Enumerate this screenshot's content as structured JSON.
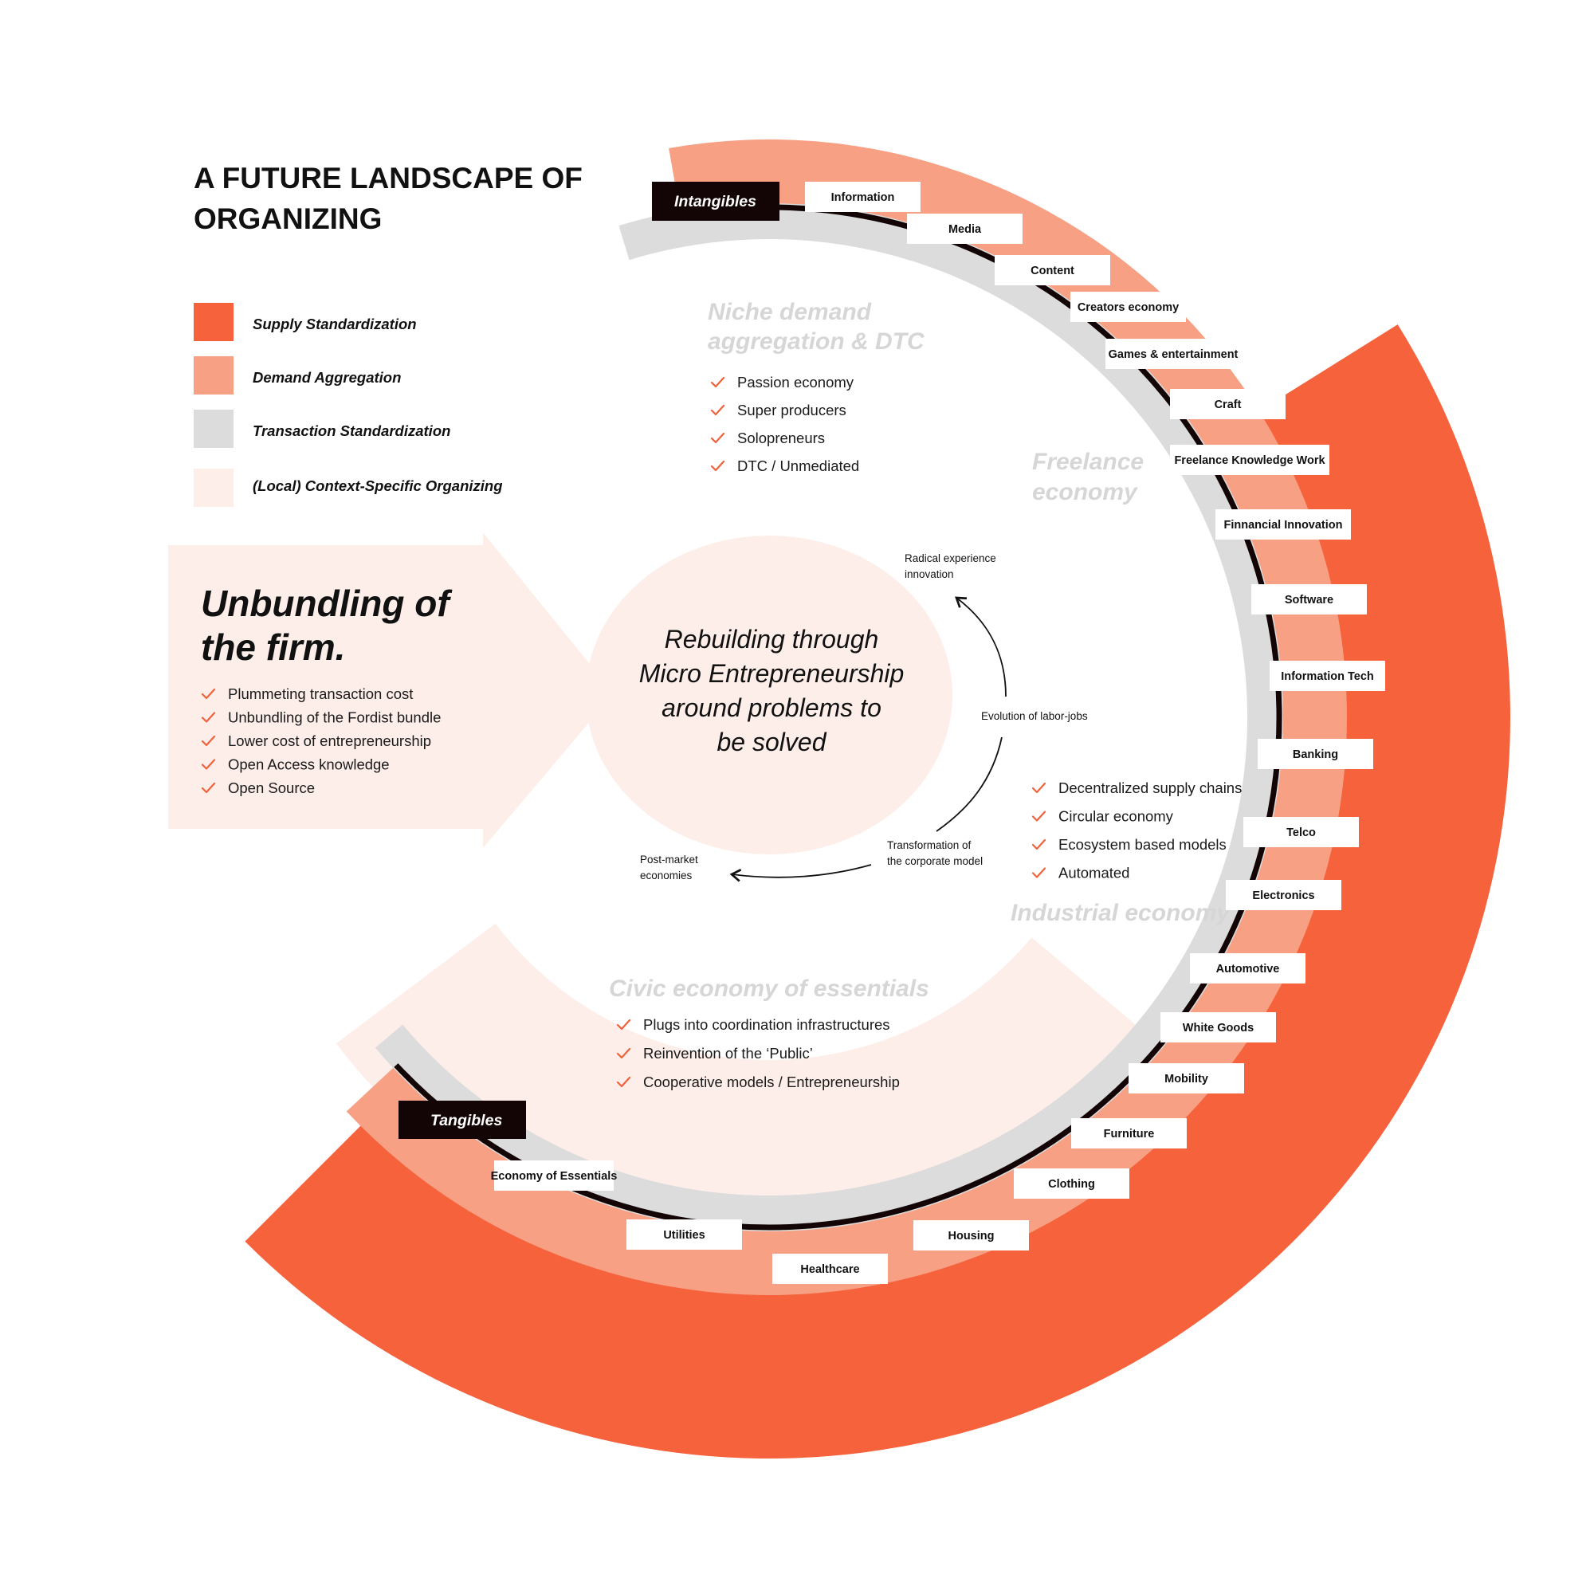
{
  "title": {
    "line1": "A FUTURE LANDSCAPE OF",
    "line2": "ORGANIZING"
  },
  "colors": {
    "supply": "#f5623c",
    "demand": "#f7a083",
    "transaction": "#dcdcdc",
    "context": "#fdeee9",
    "ink": "#130505",
    "zone_title": "#d6d6d6",
    "check": "#f0623b"
  },
  "legend": [
    {
      "label": "Supply Standardization",
      "color": "#f5623c"
    },
    {
      "label": "Demand Aggregation",
      "color": "#f7a083"
    },
    {
      "label": "Transaction Standardization",
      "color": "#dcdcdc"
    },
    {
      "label": "(Local) Context-Specific Organizing",
      "color": "#fdeee9"
    }
  ],
  "unbundling": {
    "title_line1": "Unbundling of",
    "title_line2": "the firm.",
    "items": [
      "Plummeting transaction cost",
      "Unbundling of the Fordist bundle",
      "Lower cost of entrepreneurship",
      "Open Access knowledge",
      "Open Source"
    ]
  },
  "center": {
    "lines": [
      "Rebuilding through",
      "Micro Entrepreneurship",
      "around problems to",
      "be solved"
    ]
  },
  "cycle": {
    "radical_line1": "Radical experience",
    "radical_line2": "innovation",
    "evolution": "Evolution of labor-jobs",
    "transformation_line1": "Transformation of",
    "transformation_line2": "the corporate model",
    "postmarket_line1": "Post-market",
    "postmarket_line2": "economies"
  },
  "zones": {
    "niche": {
      "title_line1": "Niche demand",
      "title_line2": "aggregation & DTC",
      "items": [
        "Passion economy",
        "Super producers",
        "Solopreneurs",
        "DTC / Unmediated"
      ]
    },
    "freelance": {
      "title_line1": "Freelance",
      "title_line2": "economy"
    },
    "industrial": {
      "title": "Industrial economy",
      "items": [
        "Decentralized supply chains",
        "Circular economy",
        "Ecosystem based models",
        "Automated"
      ]
    },
    "civic": {
      "title": "Civic economy  of essentials",
      "items": [
        "Plugs into coordination infrastructures",
        "Reinvention of the ‘Public’",
        "Cooperative models / Entrepreneurship"
      ]
    }
  },
  "endpoints": {
    "intangibles": "Intangibles",
    "tangibles": "Tangibles"
  },
  "sectors": [
    "Information",
    "Media",
    "Content",
    "Creators economy",
    "Games & entertainment",
    "Craft",
    "Freelance Knowledge Work",
    "Finnancial Innovation",
    "Software",
    "Information Tech",
    "Banking",
    "Telco",
    "Electronics",
    "Automotive",
    "White Goods",
    "Mobility",
    "Furniture",
    "Clothing",
    "Housing",
    "Healthcare",
    "Utilities",
    "Economy of Essentials"
  ]
}
